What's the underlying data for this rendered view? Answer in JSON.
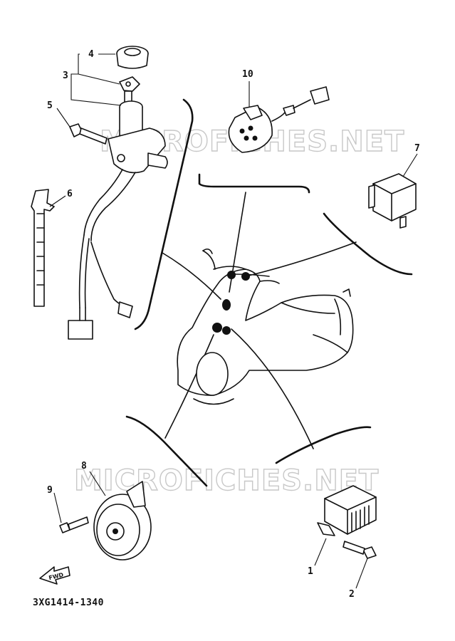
{
  "diagram": {
    "callouts": [
      {
        "id": "c1",
        "text": "1"
      },
      {
        "id": "c2",
        "text": "2"
      },
      {
        "id": "c3",
        "text": "3"
      },
      {
        "id": "c4",
        "text": "4"
      },
      {
        "id": "c5",
        "text": "5"
      },
      {
        "id": "c6",
        "text": "6"
      },
      {
        "id": "c7",
        "text": "7"
      },
      {
        "id": "c8",
        "text": "8"
      },
      {
        "id": "c9",
        "text": "9"
      },
      {
        "id": "c10",
        "text": "10"
      }
    ],
    "part_code": "3XG1414-1340",
    "fwd_label": "FWD",
    "watermark": "MICROFICHES.NET"
  }
}
